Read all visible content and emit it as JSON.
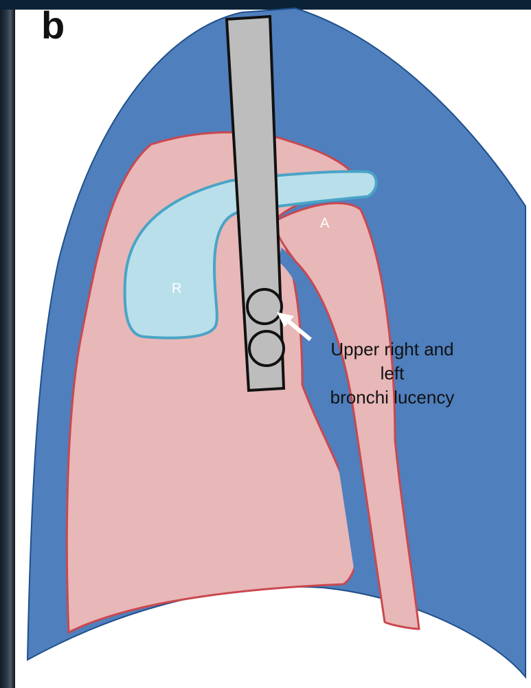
{
  "panel_label": "b",
  "labels": {
    "right_structure": "R",
    "aortic_structure": "A"
  },
  "annotation": {
    "line1": "Upper right and",
    "line2": "left",
    "line3": "bronchi lucency"
  },
  "colors": {
    "background_lung": "#4f7fbd",
    "vessel_fill": "#e8b7b8",
    "vessel_stroke": "#c9484f",
    "r_fill": "#b9dfea",
    "r_stroke": "#4aa4c6",
    "trachea_fill": "#bdbdbd",
    "arrow": "#ffffff"
  }
}
